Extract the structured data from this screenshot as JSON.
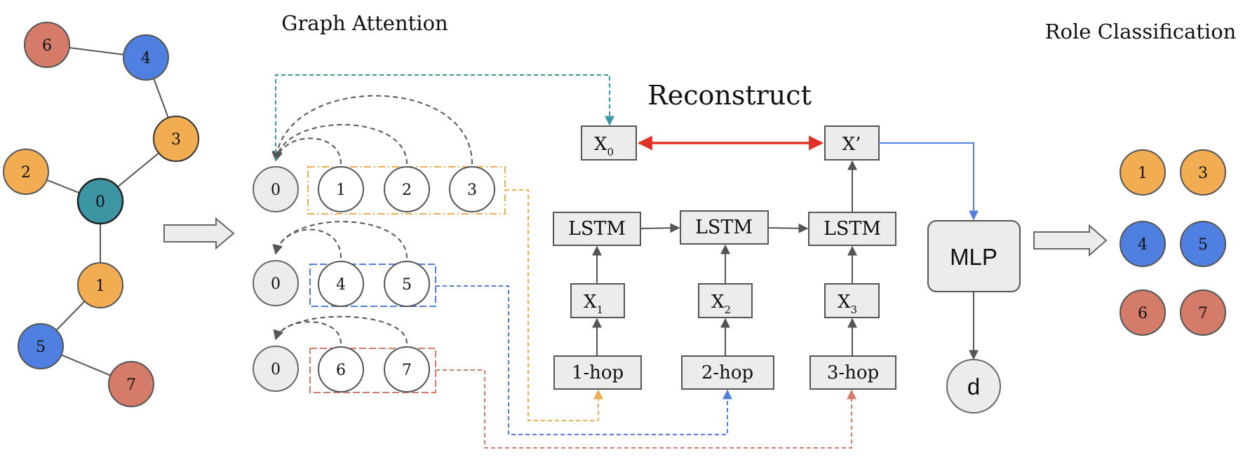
{
  "labels": {
    "graph_attention": "Graph Attention",
    "reconstruct": "Reconstruct",
    "role_classification": "Role Classification"
  },
  "input_graph": {
    "nodes": [
      {
        "id": "node-0",
        "label": "0",
        "group": "teal"
      },
      {
        "id": "node-1",
        "label": "1",
        "group": "orange"
      },
      {
        "id": "node-2",
        "label": "2",
        "group": "orange"
      },
      {
        "id": "node-3",
        "label": "3",
        "group": "orange"
      },
      {
        "id": "node-4",
        "label": "4",
        "group": "blue"
      },
      {
        "id": "node-5",
        "label": "5",
        "group": "blue"
      },
      {
        "id": "node-6",
        "label": "6",
        "group": "red"
      },
      {
        "id": "node-7",
        "label": "7",
        "group": "red"
      }
    ],
    "edges": [
      [
        "6",
        "4"
      ],
      [
        "4",
        "3"
      ],
      [
        "3",
        "0"
      ],
      [
        "2",
        "0"
      ],
      [
        "0",
        "1"
      ],
      [
        "1",
        "5"
      ],
      [
        "5",
        "7"
      ]
    ]
  },
  "attention_rows": [
    {
      "center": "0",
      "neighbors": [
        "1",
        "2",
        "3"
      ],
      "group": "orange"
    },
    {
      "center": "0",
      "neighbors": [
        "4",
        "5"
      ],
      "group": "blue"
    },
    {
      "center": "0",
      "neighbors": [
        "6",
        "7"
      ],
      "group": "red"
    }
  ],
  "reconstruct": {
    "x0_main": "X",
    "x0_sub": "0",
    "xprime": "X’",
    "lstm": [
      "LSTM",
      "LSTM",
      "LSTM"
    ],
    "inputs": [
      {
        "main": "X",
        "sub": "1"
      },
      {
        "main": "X",
        "sub": "2"
      },
      {
        "main": "X",
        "sub": "3"
      }
    ],
    "hops": [
      "1-hop",
      "2-hop",
      "3-hop"
    ]
  },
  "classifier": {
    "mlp": "MLP",
    "output": "d"
  },
  "roles": [
    {
      "label": "1",
      "group": "orange"
    },
    {
      "label": "3",
      "group": "orange"
    },
    {
      "label": "4",
      "group": "blue"
    },
    {
      "label": "5",
      "group": "blue"
    },
    {
      "label": "6",
      "group": "red"
    },
    {
      "label": "7",
      "group": "red"
    }
  ],
  "colors": {
    "teal": "#3b95a2",
    "orange": "#f2ad52",
    "blue": "#4f7fe0",
    "red": "#d47b69",
    "gray_fill": "#ececec",
    "reconstruct_arrow": "#e03226",
    "mlp_arrow": "#4f7fe0",
    "x0_link": "#3b95a2",
    "orange_link": "#f2ad52",
    "blue_link": "#4f7fe0",
    "red_link": "#d47b69"
  }
}
